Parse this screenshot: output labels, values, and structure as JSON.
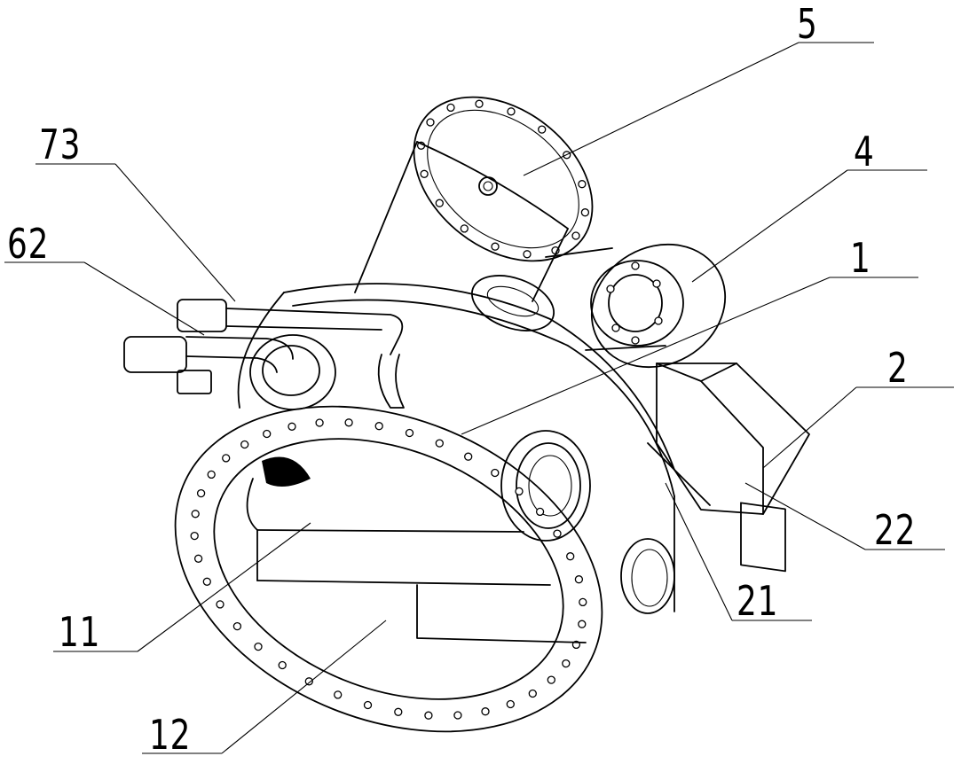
{
  "callouts": [
    {
      "id": "c5",
      "text": "5"
    },
    {
      "id": "c73",
      "text": "73"
    },
    {
      "id": "c4",
      "text": "4"
    },
    {
      "id": "c62",
      "text": "62"
    },
    {
      "id": "c1",
      "text": "1"
    },
    {
      "id": "c2",
      "text": "2"
    },
    {
      "id": "c22",
      "text": "22"
    },
    {
      "id": "c21",
      "text": "21"
    },
    {
      "id": "c11",
      "text": "11"
    },
    {
      "id": "c12",
      "text": "12"
    }
  ]
}
